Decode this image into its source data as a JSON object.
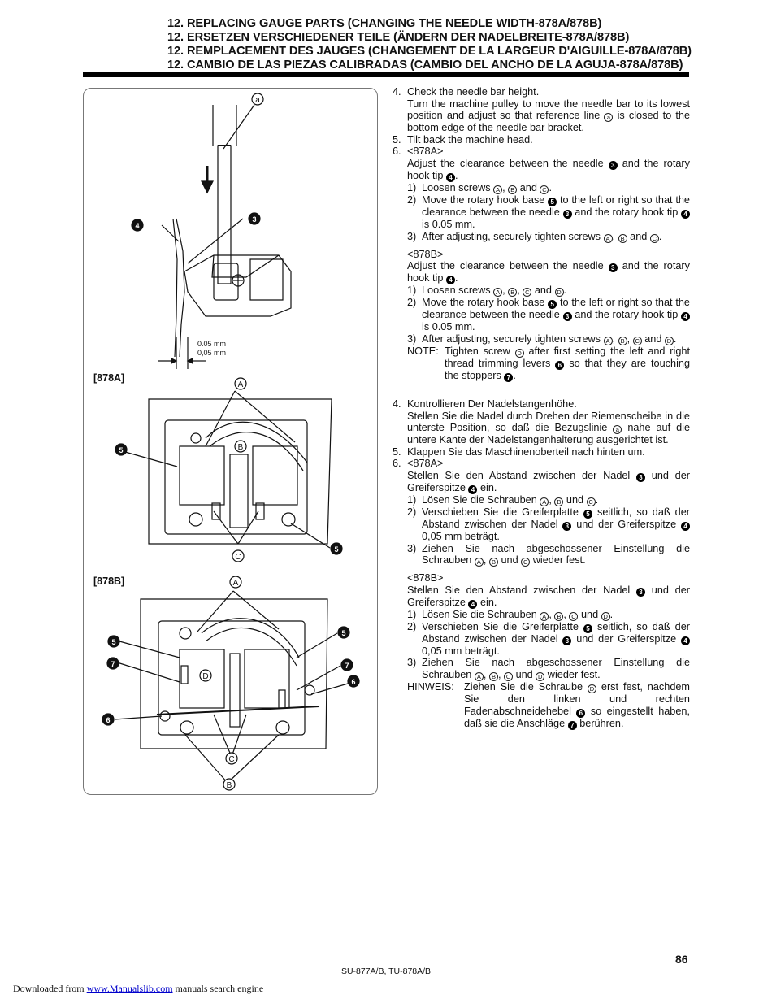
{
  "header": {
    "title_en": "12. REPLACING GAUGE PARTS (CHANGING THE NEEDLE WIDTH-878A/878B)",
    "title_de": "12. ERSETZEN VERSCHIEDENER TEILE (ÄNDERN DER NADELBREITE-878A/878B)",
    "title_fr": "12. REMPLACEMENT DES JAUGES (CHANGEMENT DE LA LARGEUR D'AIGUILLE-878A/878B)",
    "title_es": "12. CAMBIO DE LAS PIEZAS CALIBRADAS (CAMBIO DEL ANCHO DE LA AGUJA-878A/878B)"
  },
  "figure": {
    "label_a": "a",
    "mark_3": "3",
    "mark_4": "4",
    "mark_5": "5",
    "mark_6": "6",
    "mark_7": "7",
    "mark_A": "A",
    "mark_B": "B",
    "mark_C": "C",
    "mark_D": "D",
    "clearance_1": "0.05 mm",
    "clearance_2": "0,05 mm",
    "section_878a": "[878A]",
    "section_878b": "[878B]"
  },
  "english": {
    "s4_n": "4.",
    "s4_title": "Check the needle bar height.",
    "s4_body_1": "Turn the machine pulley to move the needle bar to its lowest position and adjust so that reference line",
    "s4_body_2": "is closed to the bottom edge of the needle bar bracket.",
    "s5_n": "5.",
    "s5": "Tilt back the machine head.",
    "s6_n": "6.",
    "s6_tag_a": "<878A>",
    "a_intro_1": "Adjust the clearance between the needle",
    "a_intro_2": "and the rotary hook tip",
    "a_intro_3": ".",
    "a1_n": "1)",
    "a1_1": "Loosen screws",
    "a1_2": "and",
    "a2_n": "2)",
    "a2_1": "Move the rotary hook base",
    "a2_2": "to the left or right so that the clearance between the needle",
    "a2_3": "and the rotary hook tip",
    "a2_4": "is 0.05 mm.",
    "a3_n": "3)",
    "a3_1": "After adjusting, securely tighten screws",
    "a3_2": "and",
    "tag_b": "<878B>",
    "b_intro_1": "Adjust the clearance between the needle",
    "b_intro_2": "and the rotary hook tip",
    "b_intro_3": ".",
    "b1_n": "1)",
    "b1_1": "Loosen screws",
    "b1_2": "and",
    "b2_n": "2)",
    "b2_1": "Move the rotary hook base",
    "b2_2": "to the left or right so that the clearance between the needle",
    "b2_3": "and the rotary hook tip",
    "b2_4": "is 0.05 mm.",
    "b3_n": "3)",
    "b3_1": "After adjusting, securely tighten screws",
    "b3_2": "and",
    "note_label": "NOTE:",
    "note_1": "Tighten screw",
    "note_2": "after first setting the left and right thread trimming levers",
    "note_3": "so that they are touching the stoppers",
    "note_4": "."
  },
  "german": {
    "s4_n": "4.",
    "s4_title": "Kontrollieren Der Nadelstangenhöhe.",
    "s4_body_1": "Stellen Sie die Nadel durch Drehen der Riemenscheibe in die unterste Position, so daß die Bezugslinie",
    "s4_body_2": "nahe auf die untere Kante der Nadelstangenhalterung ausgerichtet ist.",
    "s5_n": "5.",
    "s5": "Klappen Sie das Maschinenoberteil nach hinten um.",
    "s6_n": "6.",
    "s6_tag_a": "<878A>",
    "a_intro_1": "Stellen Sie den Abstand zwischen der Nadel",
    "a_intro_2": "und der Greiferspitze",
    "a_intro_3": "ein.",
    "a1_n": "1)",
    "a1_1": "Lösen Sie die Schrauben",
    "a1_2": "und",
    "a2_n": "2)",
    "a2_1": "Verschieben Sie die Greiferplatte",
    "a2_2": "seitlich, so daß der Abstand zwischen der Nadel",
    "a2_3": "und der Greiferspitze",
    "a2_4": "0,05 mm beträgt.",
    "a3_n": "3)",
    "a3_1": "Ziehen Sie nach abgeschossener Einstellung die Schrauben",
    "a3_2": "und",
    "a3_3": "wieder fest.",
    "tag_b": "<878B>",
    "b_intro_1": "Stellen Sie den Abstand zwischen der Nadel",
    "b_intro_2": "und der Greiferspitze",
    "b_intro_3": "ein.",
    "b1_n": "1)",
    "b1_1": "Lösen Sie die Schrauben",
    "b1_2": "und",
    "b2_n": "2)",
    "b2_1": "Verschieben Sie die Greiferplatte",
    "b2_2": "seitlich, so daß der Abstand zwischen der Nadel",
    "b2_3": "und der Greiferspitze",
    "b2_4": "0,05 mm beträgt.",
    "b3_n": "3)",
    "b3_1": "Ziehen Sie nach abgeschossener Einstellung die Schrauben",
    "b3_2": "und",
    "b3_3": "wieder fest.",
    "hinweis_label": "HINWEIS:",
    "hinweis_1": "Ziehen Sie die Schraube",
    "hinweis_2": "erst fest, nachdem Sie den linken und rechten Fadenabschneidehebel",
    "hinweis_3": "so eingestellt haben, daß sie die Anschläge",
    "hinweis_4": "berühren."
  },
  "footer": {
    "page_number": "86",
    "model": "SU-877A/B, TU-878A/B",
    "downloaded": "Downloaded from",
    "link": "www.Manualslib.com",
    "tagline": "manuals search engine"
  }
}
